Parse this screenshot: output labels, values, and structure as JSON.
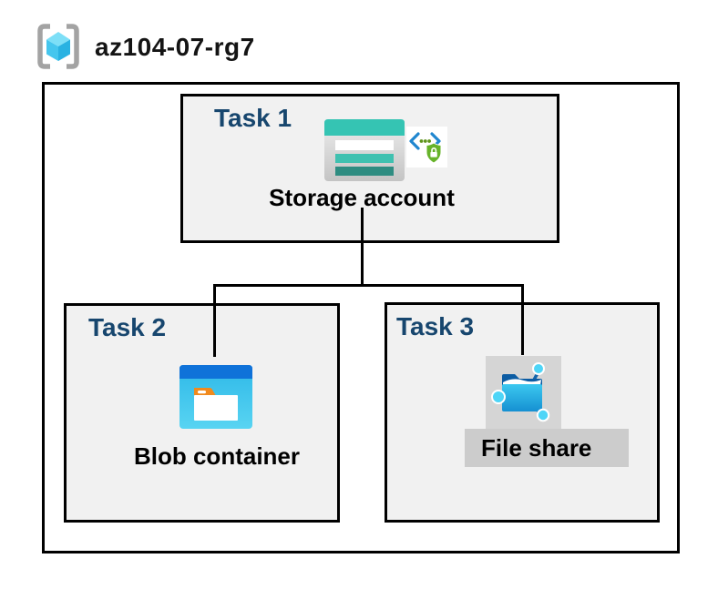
{
  "header": {
    "title": "az104-07-rg7",
    "icon": "resource-group-icon"
  },
  "diagram": {
    "tasks": [
      {
        "label": "Task 1",
        "node_label": "Storage account",
        "icons": [
          "storage-account-icon",
          "secure-access-icon"
        ]
      },
      {
        "label": "Task 2",
        "node_label": "Blob container",
        "icons": [
          "blob-container-icon"
        ]
      },
      {
        "label": "Task 3",
        "node_label": "File share",
        "icons": [
          "file-share-icon"
        ]
      }
    ]
  },
  "colors": {
    "task_label_navy": "#17466e",
    "task_box_background": "#f1f1f1",
    "border_black": "#000000",
    "storage_teal": "#35c4b3",
    "storage_teal_dark": "#2e8c81",
    "blob_top_blue": "#0f72d9",
    "blob_cyan": "#3ec5ee",
    "folder_tab_orange": "#f18a1d",
    "shield_green": "#67b32a",
    "bracket_gray": "#a3a3a3",
    "cube_cyan_light": "#7ddff7",
    "cube_cyan": "#45c6ee",
    "fileshare_blue": "#1590d2",
    "selection_gray": "#cccccc"
  }
}
